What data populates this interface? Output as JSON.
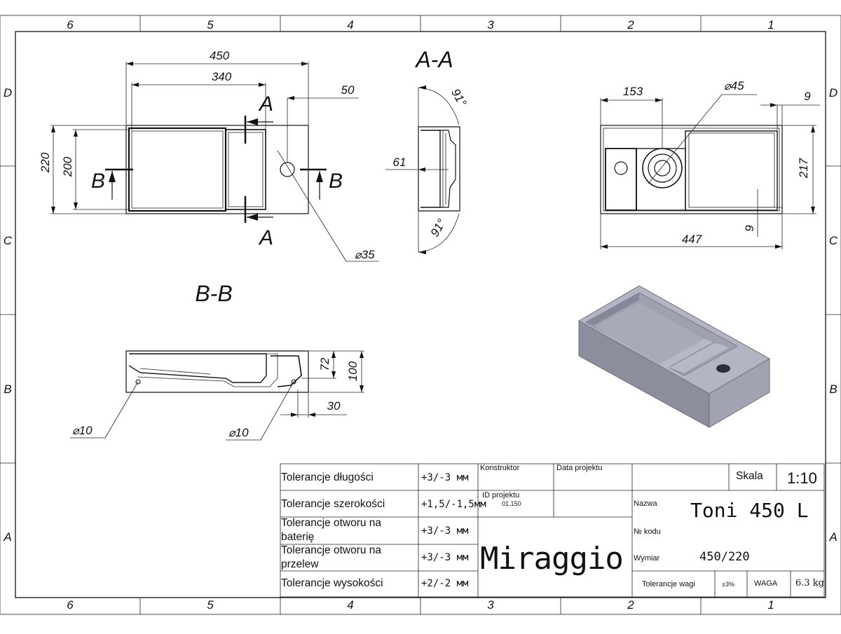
{
  "frame": {
    "columns": [
      "6",
      "5",
      "4",
      "3",
      "2",
      "1"
    ],
    "rows": [
      "D",
      "C",
      "B",
      "A"
    ]
  },
  "views": {
    "top": {
      "dims": [
        "450",
        "340",
        "50",
        "220",
        "200",
        "35"
      ],
      "section_marks": [
        "A",
        "A",
        "B",
        "B"
      ]
    },
    "section_aa": {
      "title": "A-A",
      "dims": [
        "91°",
        "61",
        "91°"
      ]
    },
    "back": {
      "dims": [
        "153",
        "45",
        "9",
        "217",
        "9",
        "447"
      ]
    },
    "section_bb": {
      "title": "B-B",
      "dims": [
        "72",
        "100",
        "30",
        "10",
        "10"
      ]
    }
  },
  "title_block": {
    "tolerances": [
      {
        "label": "Tolerancje długości",
        "value": "+3/-3 мм"
      },
      {
        "label": "Tolerancje szerokości",
        "value": "+1,5/-1,5мм"
      },
      {
        "label_line1": "Tolerancje otworu na",
        "label_line2": "baterię",
        "value": "+3/-3 мм"
      },
      {
        "label_line1": "Tolerancje otworu na",
        "label_line2": "przelew",
        "value": "+3/-3 мм"
      },
      {
        "label": "Tolerancje wysokości",
        "value": "+2/-2 мм"
      }
    ],
    "konstruktor_label": "Konstruktor",
    "data_projektu_label": "Data projektu",
    "id_projektu_label": "ID projektu",
    "id_projektu_value": "01.150",
    "brand": "Miraggio",
    "skala_label": "Skala",
    "skala_value": "1:10",
    "nazwa_label": "Nazwa",
    "nazwa_value": "Toni 450 L",
    "kod_label": "№ kodu",
    "wymiar_label": "Wymiar",
    "wymiar_value": "450/220",
    "tol_wagi_label": "Tolerancje wagi",
    "tol_wagi_value": "±3%",
    "waga_label": "WAGA",
    "waga_value": "6.3 kg"
  },
  "colors": {
    "line": "#111111",
    "basin_top": "#aeb0be",
    "basin_side": "#8e90a0",
    "basin_inner": "#9799aa"
  }
}
